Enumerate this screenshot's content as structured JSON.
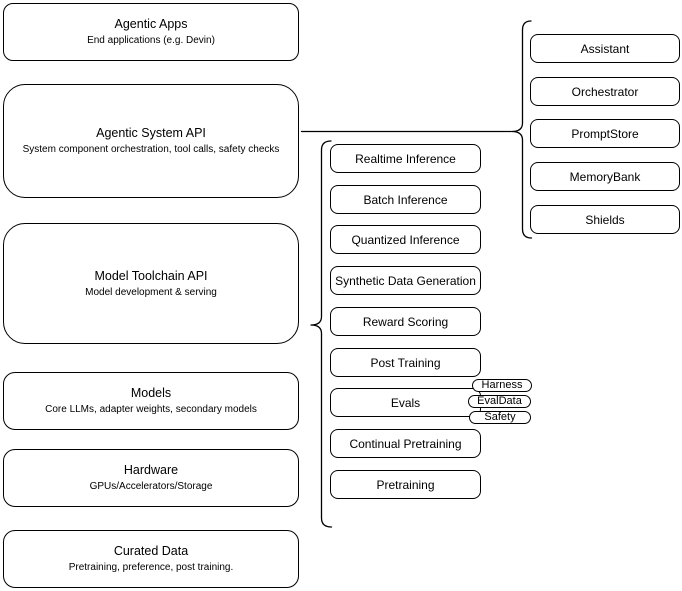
{
  "diagram": {
    "colors": {
      "stroke": "#000000",
      "fill": "#ffffff",
      "background": "#ffffff"
    },
    "stack": [
      {
        "title": "Agentic Apps",
        "subtitle": "End applications (e.g. Devin)"
      },
      {
        "title": "Agentic System API",
        "subtitle": "System component orchestration, tool calls, safety checks"
      },
      {
        "title": "Model Toolchain API",
        "subtitle": "Model development & serving"
      },
      {
        "title": "Models",
        "subtitle": "Core LLMs, adapter weights, secondary models"
      },
      {
        "title": "Hardware",
        "subtitle": "GPUs/Accelerators/Storage"
      },
      {
        "title": "Curated Data",
        "subtitle": "Pretraining, preference, post training."
      }
    ],
    "toolchain_items": [
      "Realtime Inference",
      "Batch Inference",
      "Quantized Inference",
      "Synthetic Data Generation",
      "Reward Scoring",
      "Post Training",
      "Evals",
      "Continual Pretraining",
      "Pretraining"
    ],
    "system_items": [
      "Assistant",
      "Orchestrator",
      "PromptStore",
      "MemoryBank",
      "Shields"
    ],
    "eval_tags": [
      "Harness",
      "EvalData",
      "Safety"
    ]
  }
}
